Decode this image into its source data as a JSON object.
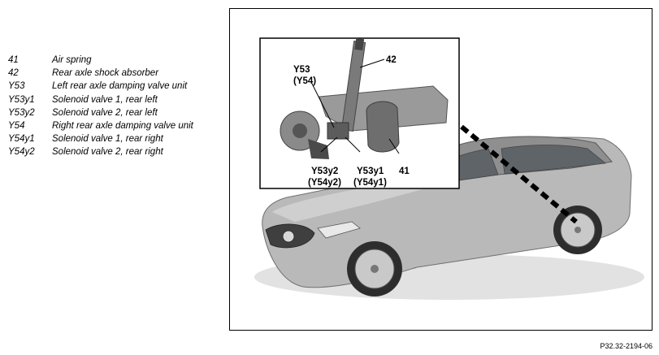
{
  "legend": [
    {
      "code": "41",
      "desc": "Air spring"
    },
    {
      "code": "42",
      "desc": "Rear axle shock absorber"
    },
    {
      "code": "Y53",
      "desc": "Left rear axle damping valve unit"
    },
    {
      "code": "Y53y1",
      "desc": "Solenoid valve 1, rear left"
    },
    {
      "code": "Y53y2",
      "desc": "Solenoid valve 2, rear left"
    },
    {
      "code": "Y54",
      "desc": "Right rear axle damping valve unit"
    },
    {
      "code": "Y54y1",
      "desc": "Solenoid valve 1, rear right"
    },
    {
      "code": "Y54y2",
      "desc": "Solenoid valve 2, rear right"
    }
  ],
  "callouts": {
    "c42": "42",
    "c41": "41",
    "y53_top": "Y53",
    "y54_top": "(Y54)",
    "y53y2": "Y53y2",
    "y54y2": "(Y54y2)",
    "y53y1": "Y53y1",
    "y54y1": "(Y54y1)"
  },
  "figure_ref": "P32.32-2194-06",
  "colors": {
    "car_body": "#b9b9b9",
    "car_shadow": "#8e8e8e",
    "inset_border": "#000000"
  }
}
